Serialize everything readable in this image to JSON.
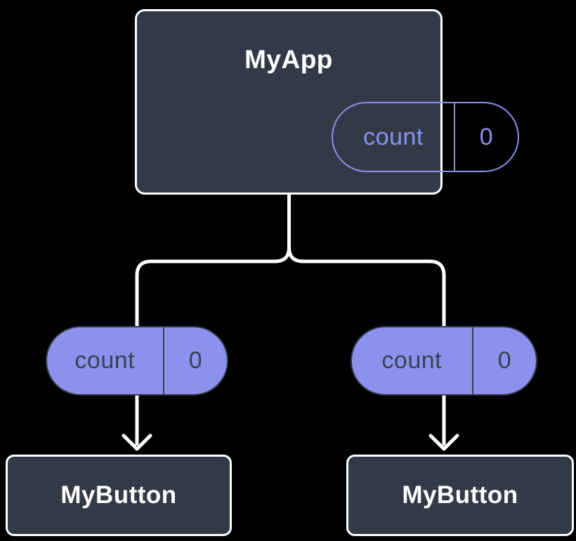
{
  "diagram": {
    "description": "React component tree showing shared state passed down as props",
    "background_color": "#000000",
    "colors": {
      "node_fill": "#333A47",
      "node_border": "#FFFFFF",
      "node_text": "#FFFFFF",
      "accent_purple": "#8B92EE",
      "pill_dark_text": "#3A4150",
      "connector": "#FFFFFF"
    },
    "parent": {
      "title": "MyApp",
      "state": {
        "name": "count",
        "value": "0"
      }
    },
    "children": [
      {
        "title": "MyButton",
        "prop": {
          "name": "count",
          "value": "0"
        }
      },
      {
        "title": "MyButton",
        "prop": {
          "name": "count",
          "value": "0"
        }
      }
    ]
  }
}
